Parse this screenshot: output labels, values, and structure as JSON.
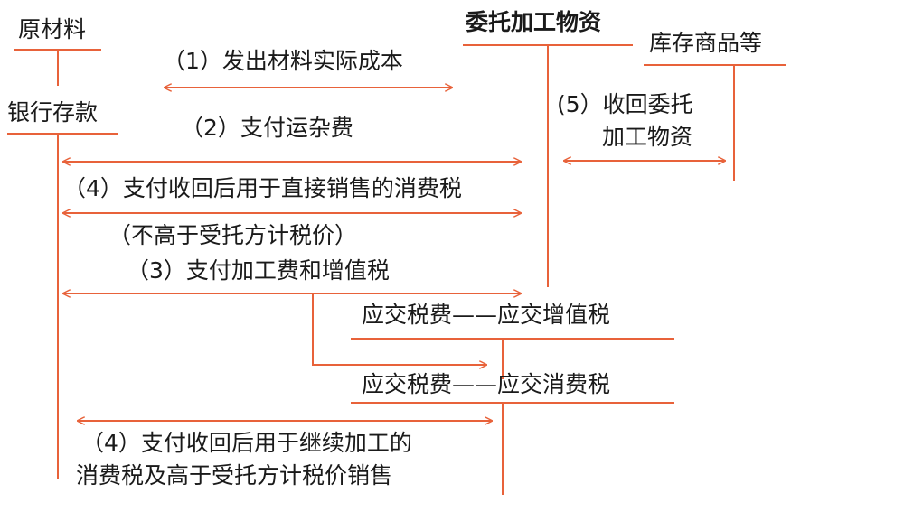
{
  "colors": {
    "line": "#e8623a",
    "text": "#1a1a1a"
  },
  "accounts": {
    "raw_materials": "原材料",
    "bank_deposit": "银行存款",
    "consigned_materials": "委托加工物资",
    "inventory_goods": "库存商品等",
    "vat_payable": "应交税费——应交增值税",
    "consumption_tax_payable": "应交税费——应交消费税"
  },
  "labels": {
    "step1": "（1）发出材料实际成本",
    "step2": "（2）支付运杂费",
    "step4a_line1": "（4）支付收回后用于直接销售的消费税",
    "step4a_line2": "（不高于受托方计税价）",
    "step3": "（3）支付加工费和增值税",
    "step5_line1": "(5）收回委托",
    "step5_line2": "加工物资",
    "step4b_line1": "（4）支付收回后用于继续加工的",
    "step4b_line2": "消费税及高于受托方计税价销售"
  }
}
